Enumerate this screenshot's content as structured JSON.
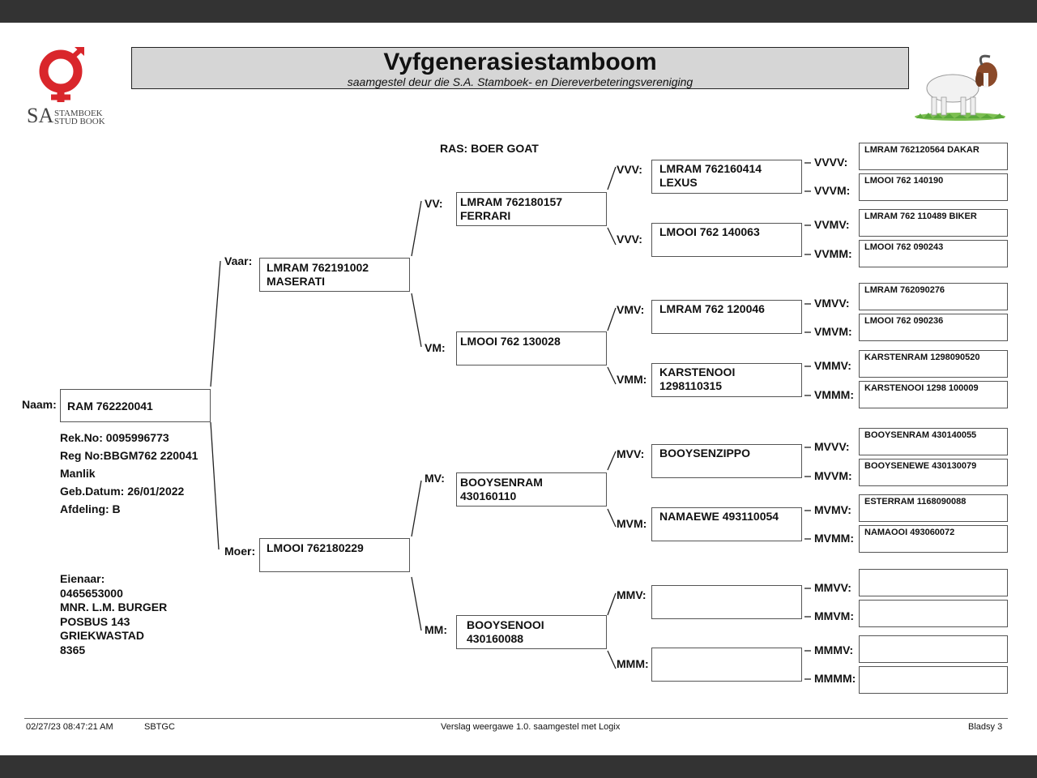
{
  "header": {
    "title": "Vyfgenerasiestamboom",
    "subtitle": "saamgestel deur die S.A. Stamboek- en Diereverbeteringsvereniging",
    "logo_line1": "STAMBOEK",
    "logo_line2": "STUD BOOK",
    "logo_sa": "SA"
  },
  "breed": "RAS: BOER GOAT",
  "animal": {
    "label": "Naam:",
    "name": "RAM 762220041",
    "details": [
      "Rek.No: 0095996773",
      "Reg No:BBGM762 220041",
      "Manlik",
      "Geb.Datum: 26/01/2022",
      "Afdeling: B"
    ]
  },
  "owner": {
    "lines": [
      "Eienaar:",
      "0465653000",
      "MNR. L.M. BURGER",
      "POSBUS 143",
      "GRIEKWASTAD",
      "8365"
    ]
  },
  "gen2": [
    {
      "label": "Vaar:",
      "value": "LMRAM 762191002\nMASERATI"
    },
    {
      "label": "Moer:",
      "value": "LMOOI 762180229"
    }
  ],
  "gen3": [
    {
      "label": "VV:",
      "value": "LMRAM 762180157\nFERRARI"
    },
    {
      "label": "VM:",
      "value": "LMOOI 762 130028"
    },
    {
      "label": "MV:",
      "value": "BOOYSENRAM\n430160110"
    },
    {
      "label": "MM:",
      "value": "BOOYSENOOI\n430160088"
    }
  ],
  "gen4": [
    {
      "label": "VVV:",
      "value": "LMRAM 762160414\nLEXUS"
    },
    {
      "label": "VVV:",
      "value": "LMOOI 762 140063"
    },
    {
      "label": "VMV:",
      "value": "LMRAM 762 120046"
    },
    {
      "label": "VMM:",
      "value": "KARSTENOOI\n1298110315"
    },
    {
      "label": "MVV:",
      "value": "BOOYSENZIPPO"
    },
    {
      "label": "MVM:",
      "value": "NAMAEWE 493110054"
    },
    {
      "label": "MMV:",
      "value": ""
    },
    {
      "label": "MMM:",
      "value": ""
    }
  ],
  "gen5": [
    {
      "label": "VVVV:",
      "value": "LMRAM 762120564  DAKAR"
    },
    {
      "label": "VVVM:",
      "value": "LMOOI 762 140190"
    },
    {
      "label": "VVMV:",
      "value": "LMRAM 762 110489 BIKER"
    },
    {
      "label": "VVMM:",
      "value": "LMOOI 762 090243"
    },
    {
      "label": "VMVV:",
      "value": "LMRAM 762090276"
    },
    {
      "label": "VMVM:",
      "value": "LMOOI 762 090236"
    },
    {
      "label": "VMMV:",
      "value": "KARSTENRAM 1298090520"
    },
    {
      "label": "VMMM:",
      "value": "KARSTENOOI 1298 100009"
    },
    {
      "label": "MVVV:",
      "value": "BOOYSENRAM 430140055"
    },
    {
      "label": "MVVM:",
      "value": "BOOYSENEWE 430130079"
    },
    {
      "label": "MVMV:",
      "value": "ESTERRAM 1168090088"
    },
    {
      "label": "MVMM:",
      "value": "NAMAOOI 493060072"
    },
    {
      "label": "MMVV:",
      "value": ""
    },
    {
      "label": "MMVM:",
      "value": ""
    },
    {
      "label": "MMMV:",
      "value": ""
    },
    {
      "label": "MMMM:",
      "value": ""
    }
  ],
  "footer": {
    "timestamp": "02/27/23 08:47:21 AM",
    "code": "SBTGC",
    "report": "Verslag weergawe 1.0. saamgestel met Logix",
    "page": "Bladsy 3"
  }
}
